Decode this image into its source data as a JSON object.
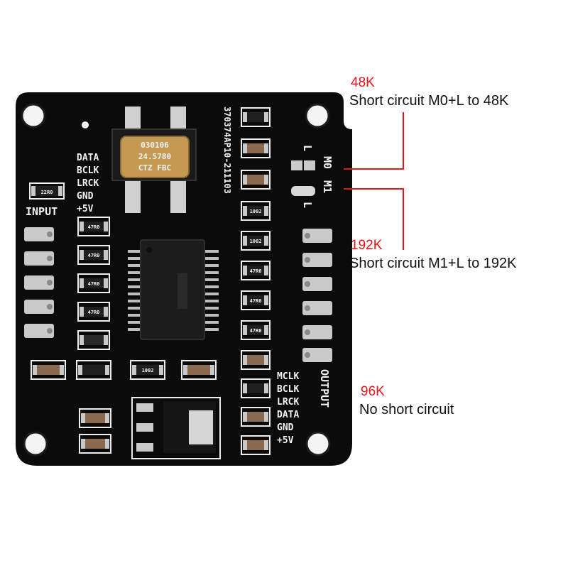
{
  "colors": {
    "board": "#0b0b0b",
    "silkscreen": "#f2f2f2",
    "pad": "#c9c9c9",
    "annotation_rate": "#e8141b",
    "annotation_text": "#111111",
    "leader_line": "#e8141b"
  },
  "annotations": [
    {
      "rate": "48K",
      "note": "Short circuit M0+L to 48K"
    },
    {
      "rate": "192K",
      "note": "Short circuit M1+L to 192K"
    },
    {
      "rate": "96K",
      "note": "No short circuit"
    }
  ],
  "board": {
    "input_label": "INPUT",
    "output_label": "OUTPUT",
    "input_pins": [
      "DATA",
      "BCLK",
      "LRCK",
      "GND",
      "+5V"
    ],
    "output_pins": [
      "MCLK",
      "BCLK",
      "LRCK",
      "DATA",
      "GND",
      "+5V"
    ],
    "jumper_labels": [
      "L",
      "M0",
      "M1",
      "L"
    ],
    "part_number": "370374AP10-211103",
    "crystal_lines": [
      "CTZ FBC",
      "24.5780",
      "030106"
    ],
    "resistor_codes": {
      "input": "22R0",
      "series": "47R0",
      "pullup": "1002"
    }
  },
  "icons": {
    "crystal": "crystal-oscillator-icon",
    "chip": "ic-chip-icon",
    "regulator": "voltage-regulator-icon",
    "hole": "mounting-hole-icon"
  }
}
